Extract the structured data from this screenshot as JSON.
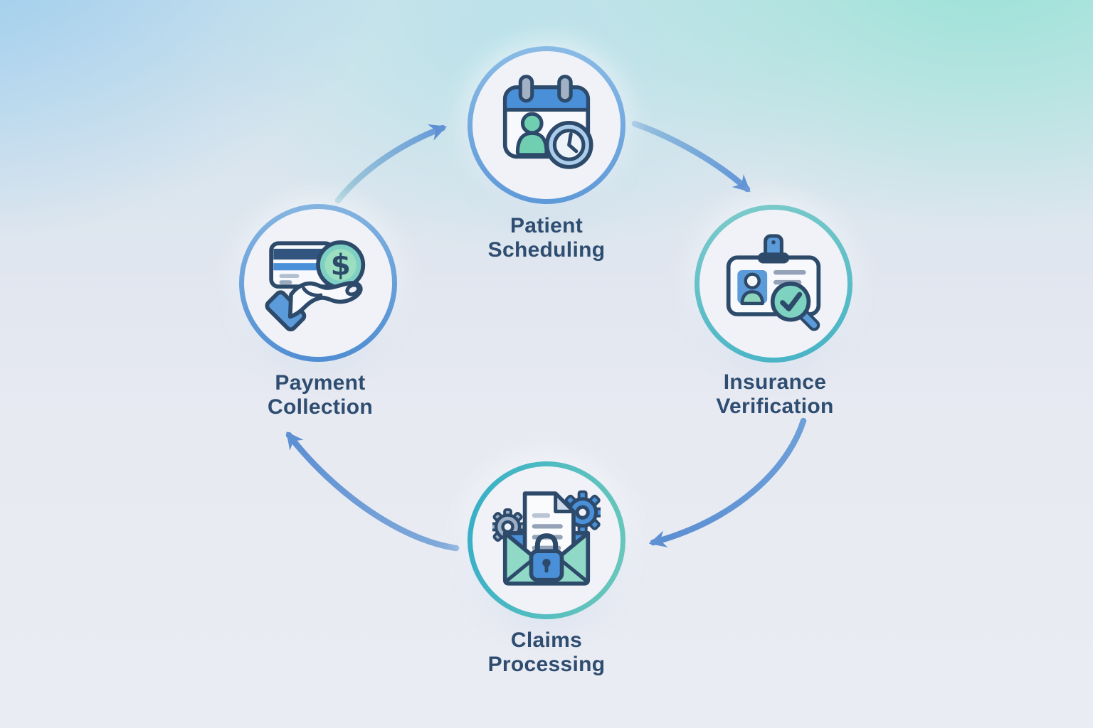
{
  "diagram": {
    "type": "circular-process-flow",
    "direction": "clockwise",
    "steps": [
      {
        "id": "patient-scheduling",
        "words": [
          "Patient",
          "Scheduling"
        ],
        "icon": "calendar-patient-clock-icon",
        "position": "top"
      },
      {
        "id": "insurance-verification",
        "words": [
          "Insurance",
          "Verification"
        ],
        "icon": "id-card-magnifier-check-icon",
        "position": "right"
      },
      {
        "id": "claims-processing",
        "words": [
          "Claims",
          "Processing"
        ],
        "icon": "envelope-document-lock-gears-icon",
        "position": "bottom"
      },
      {
        "id": "payment-collection",
        "words": [
          "Payment",
          "Collection"
        ],
        "icon": "hand-card-dollar-coin-icon",
        "position": "left"
      }
    ],
    "arrows": [
      {
        "from": "payment-collection",
        "to": "patient-scheduling"
      },
      {
        "from": "patient-scheduling",
        "to": "insurance-verification"
      },
      {
        "from": "insurance-verification",
        "to": "claims-processing"
      },
      {
        "from": "claims-processing",
        "to": "payment-collection"
      }
    ],
    "colors": {
      "outline_navy": "#2d4a6b",
      "label_text": "#2e4d70",
      "icon_blue": "#4a90d9",
      "icon_blue_light": "#5b9bd9",
      "icon_teal": "#7ed2c0",
      "person_teal": "#6fcfb0",
      "envelope_teal": "#8fd9c6",
      "ui_gray": "#9fb0c4",
      "arrow_blue": "#5e90d4",
      "ring_blue": "#6aa3dc",
      "ring_teal": "#4fbac6",
      "background_top_left": "#a8d4ec",
      "background_top_right": "#aee4dc",
      "background_bottom": "#eaecf4",
      "circle_fill": "#f0f2f7"
    }
  }
}
